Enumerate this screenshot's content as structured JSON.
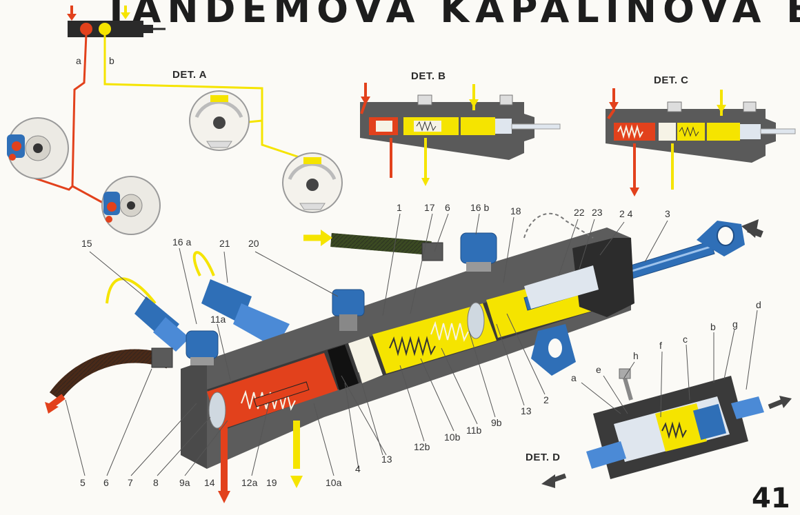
{
  "title": "TANDEMOVÁ KAPALINOVÁ BRZDA",
  "page_number": "41",
  "details": {
    "a": "DET. A",
    "b": "DET. B",
    "c": "DET. C",
    "d": "DET. D"
  },
  "circuit_labels": {
    "a": "a",
    "b": "b"
  },
  "part_labels": {
    "p15": "15",
    "p16a": "16 a",
    "p21": "21",
    "p20": "20",
    "p11a": "11a",
    "p1": "1",
    "p17": "17",
    "p6top": "6",
    "p16b": "16 b",
    "p18": "18",
    "p22": "22",
    "p23": "23",
    "p24": "2 4",
    "p3": "3",
    "p2": "2",
    "p13r": "13",
    "p9b": "9b",
    "p11b": "11b",
    "p10b": "10b",
    "p12b": "12b",
    "p13b": "13",
    "p5": "5",
    "p6": "6",
    "p7": "7",
    "p8": "8",
    "p9a": "9a",
    "p14": "14",
    "p12a": "12a",
    "p19": "19",
    "p10a": "10a",
    "p4": "4"
  },
  "d_labels": {
    "a": "a",
    "e": "e",
    "h": "h",
    "f": "f",
    "c": "c",
    "b": "b",
    "g": "g",
    "d": "d"
  },
  "colors": {
    "red": "#e2411c",
    "yellow": "#f5e400",
    "blue": "#2f6fb7",
    "gray": "#5c5c5c",
    "dark": "#3a3a3a"
  }
}
